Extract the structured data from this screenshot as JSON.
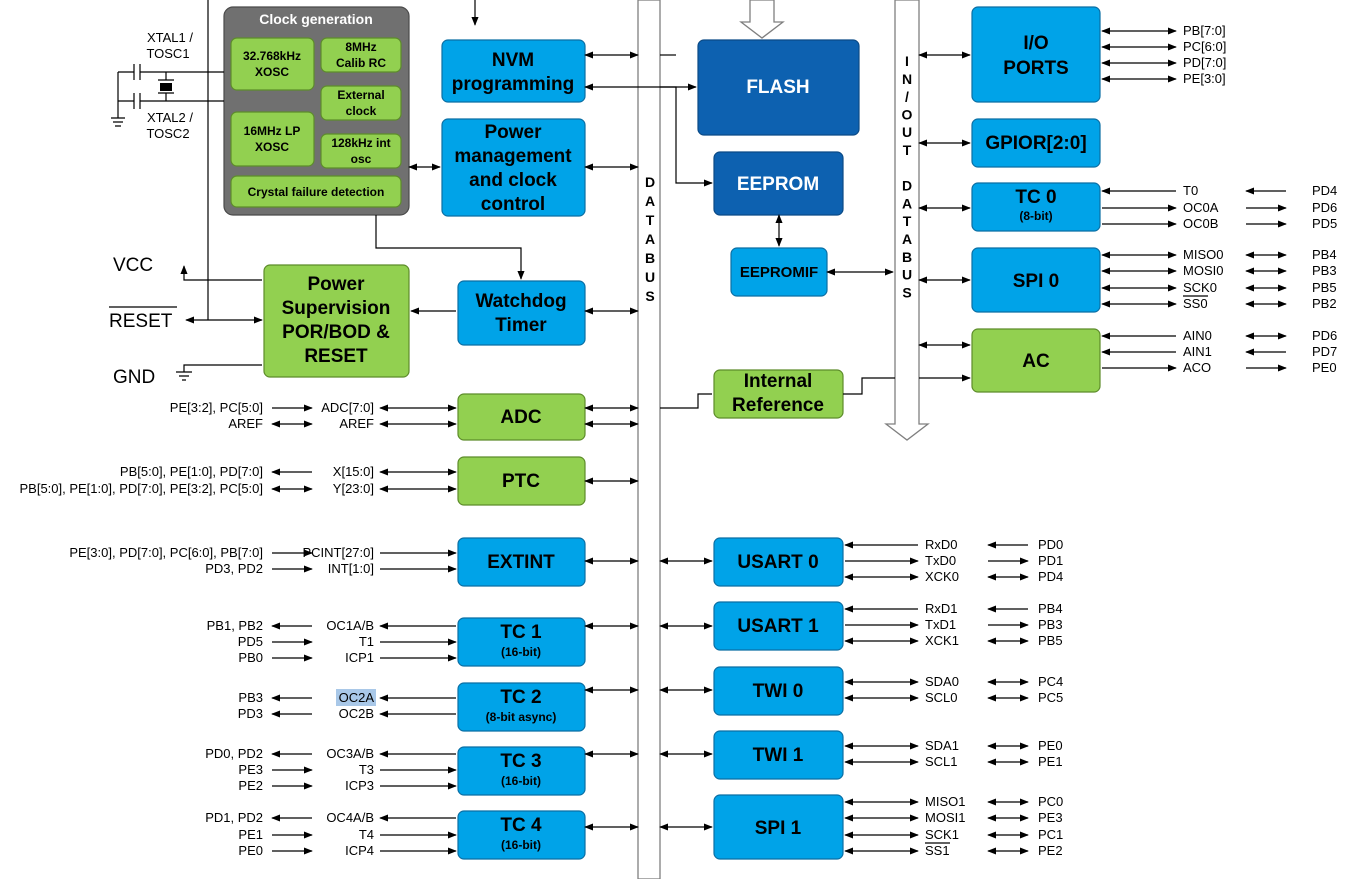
{
  "clock": {
    "title": "Clock generation",
    "osc1": [
      "32.768kHz",
      "XOSC"
    ],
    "osc2": [
      "8MHz",
      "Calib RC"
    ],
    "osc3": [
      "External",
      "clock"
    ],
    "osc4": [
      "16MHz LP",
      "XOSC"
    ],
    "osc5": [
      "128kHz int",
      "osc"
    ],
    "cfd": "Crystal failure detection",
    "xtal1": [
      "XTAL1 /",
      "TOSC1"
    ],
    "xtal2": [
      "XTAL2 /",
      "TOSC2"
    ]
  },
  "blocks": {
    "nvm": [
      "NVM",
      "programming"
    ],
    "pm": [
      "Power",
      "management",
      "and clock",
      "control"
    ],
    "wdt": [
      "Watchdog",
      "Timer"
    ],
    "ps": [
      "Power",
      "Supervision",
      "POR/BOD &",
      "RESET"
    ],
    "adc": "ADC",
    "ptc": "PTC",
    "extint": "EXTINT",
    "tc1": [
      "TC 1",
      "(16-bit)"
    ],
    "tc2": [
      "TC 2",
      "(8-bit async)"
    ],
    "tc3": [
      "TC 3",
      "(16-bit)"
    ],
    "tc4": [
      "TC 4",
      "(16-bit)"
    ],
    "flash": "FLASH",
    "eeprom": "EEPROM",
    "eepromif": "EEPROMIF",
    "iref": [
      "Internal",
      "Reference"
    ],
    "usart0": "USART 0",
    "usart1": "USART 1",
    "twi0": "TWI 0",
    "twi1": "TWI 1",
    "spi1": "SPI 1",
    "io": [
      "I/O",
      "PORTS"
    ],
    "gpior": "GPIOR[2:0]",
    "tc0": [
      "TC 0",
      "(8-bit)"
    ],
    "spi0": "SPI 0",
    "ac": "AC"
  },
  "bus": {
    "databus": [
      "D",
      "A",
      "T",
      "A",
      "B",
      "U",
      "S"
    ],
    "iodatabus": [
      "I",
      "N",
      "/",
      "O",
      "U",
      "T",
      "",
      "D",
      "A",
      "T",
      "A",
      "B",
      "U",
      "S"
    ]
  },
  "power": {
    "vcc": "VCC",
    "reset": "RESET",
    "gnd": "GND"
  },
  "left_pins": {
    "adc_a": "PE[3:2], PC[5:0]",
    "adc_a2": "ADC[7:0]",
    "adc_b": "AREF",
    "adc_b2": "AREF",
    "ptc_a": "PB[5:0], PE[1:0], PD[7:0]",
    "ptc_a2": "X[15:0]",
    "ptc_b": "PB[5:0], PE[1:0], PD[7:0], PE[3:2], PC[5:0]",
    "ptc_b2": "Y[23:0]",
    "ext_a": "PE[3:0], PD[7:0], PC[6:0], PB[7:0]",
    "ext_a2": "PCINT[27:0]",
    "ext_b": "PD3, PD2",
    "ext_b2": "INT[1:0]",
    "tc1_a": "PB1, PB2",
    "tc1_a2": "OC1A/B",
    "tc1_b": "PD5",
    "tc1_b2": "T1",
    "tc1_c": "PB0",
    "tc1_c2": "ICP1",
    "tc2_a": "PB3",
    "tc2_a2": "OC2A",
    "tc2_b": "PD3",
    "tc2_b2": "OC2B",
    "tc3_a": "PD0, PD2",
    "tc3_a2": "OC3A/B",
    "tc3_b": "PE3",
    "tc3_b2": "T3",
    "tc3_c": "PE2",
    "tc3_c2": "ICP3",
    "tc4_a": "PD1, PD2",
    "tc4_a2": "OC4A/B",
    "tc4_b": "PE1",
    "tc4_b2": "T4",
    "tc4_c": "PE0",
    "tc4_c2": "ICP4"
  },
  "right_pins": {
    "io": [
      "PB[7:0]",
      "PC[6:0]",
      "PD[7:0]",
      "PE[3:0]"
    ],
    "tc0": [
      [
        "T0",
        "PD4"
      ],
      [
        "OC0A",
        "PD6"
      ],
      [
        "OC0B",
        "PD5"
      ]
    ],
    "spi0": [
      [
        "MISO0",
        "PB4"
      ],
      [
        "MOSI0",
        "PB3"
      ],
      [
        "SCK0",
        "PB5"
      ],
      [
        "SS0",
        "PB2"
      ]
    ],
    "ac": [
      [
        "AIN0",
        "PD6"
      ],
      [
        "AIN1",
        "PD7"
      ],
      [
        "ACO",
        "PE0"
      ]
    ],
    "usart0": [
      [
        "RxD0",
        "PD0"
      ],
      [
        "TxD0",
        "PD1"
      ],
      [
        "XCK0",
        "PD4"
      ]
    ],
    "usart1": [
      [
        "RxD1",
        "PB4"
      ],
      [
        "TxD1",
        "PB3"
      ],
      [
        "XCK1",
        "PB5"
      ]
    ],
    "twi0": [
      [
        "SDA0",
        "PC4"
      ],
      [
        "SCL0",
        "PC5"
      ]
    ],
    "twi1": [
      [
        "SDA1",
        "PE0"
      ],
      [
        "SCL1",
        "PE1"
      ]
    ],
    "spi1": [
      [
        "MISO1",
        "PC0"
      ],
      [
        "MOSI1",
        "PE3"
      ],
      [
        "SCK1",
        "PC1"
      ],
      [
        "SS1",
        "PE2"
      ]
    ]
  },
  "colors": {
    "blue": "#00a3e8",
    "dark_blue": "#0d61b0",
    "green": "#92d050",
    "gray": "#707070"
  }
}
